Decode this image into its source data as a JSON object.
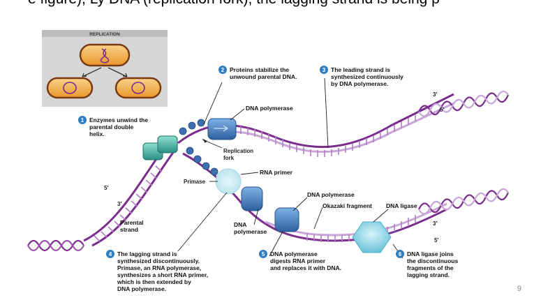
{
  "slide": {
    "header_fragment": "e figure), Ly DNA (replication fork), the lagging strand is being p",
    "page_number": "9"
  },
  "inset": {
    "title": "REPLICATION"
  },
  "labels": {
    "step1": [
      "Enzymes unwind the",
      "parental double",
      "helix."
    ],
    "step2": [
      "Proteins stabilize the",
      "unwound parental DNA."
    ],
    "step3": [
      "The leading strand is",
      "synthesized continuously",
      "by DNA polymerase."
    ],
    "step4": [
      "The lagging strand is",
      "synthesized discontinuously.",
      "Primase, an RNA polymerase,",
      "synthesizes a short RNA primer,",
      "which is then extended by",
      "DNA polymerase."
    ],
    "step5": [
      "DNA polymerase",
      "digests RNA primer",
      "and replaces it with DNA."
    ],
    "step6": [
      "DNA ligase joins",
      "the discontinuous",
      "fragments of the",
      "lagging strand."
    ],
    "dna_polymerase_top": "DNA polymerase",
    "replication_fork": [
      "Replication",
      "fork"
    ],
    "rna_primer": "RNA primer",
    "primase": "Primase",
    "dna_polymerase_mid": "DNA polymerase",
    "okazaki_fragment": "Okazaki fragment",
    "dna_ligase": "DNA ligase",
    "dna_polymerase_low": [
      "DNA",
      "polymerase"
    ],
    "parental_strand": [
      "Parental",
      "strand"
    ],
    "end_5_left": "5′",
    "end_3_left": "3′",
    "end_3_top": "3′",
    "end_5_top": "5′",
    "end_3_bottom": "3′",
    "end_5_bottom": "5′"
  },
  "step_numbers": [
    "1",
    "2",
    "3",
    "4",
    "5",
    "6"
  ],
  "colors": {
    "strand_purple": "#7b2d8e",
    "new_strand_light": "#c8a6d8",
    "polymerase_blue": "#4a86c8",
    "helicase_teal": "#3aa89a",
    "ligase_cyan": "#6fc6dc",
    "ssb_blue": "#3d6fb0",
    "step_circle": "#2f7dc0",
    "inset_bg": "#d6d6d6",
    "cell_orange": "#f0a030"
  }
}
